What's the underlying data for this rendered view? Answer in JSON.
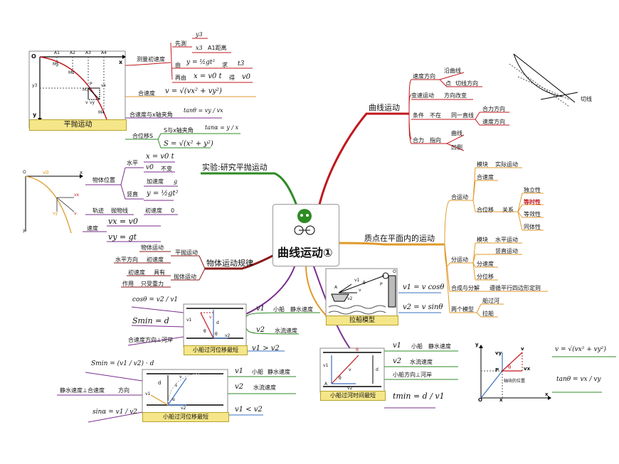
{
  "center": {
    "title": "曲线运动①",
    "logo": "mascot-cyclist"
  },
  "branches": {
    "curve": "曲线运动",
    "experiment": "实验:研究平抛运动",
    "plane": "质点在平面内的运动",
    "rules": "物体运动规律"
  },
  "curve_motion": {
    "direction": "速度方向",
    "along": "沿曲线",
    "point": "点",
    "tangent": "切线方向",
    "variable": "变速运动",
    "dir_change": "方向改变",
    "condition": "条件",
    "not_on": "不在",
    "same_line": "同一直线",
    "net_force_dir": "合力方向",
    "velocity_dir": "速度方向",
    "net_force": "合力",
    "points_to": "指向",
    "curve": "曲线",
    "concave": "凹侧",
    "tangent_line": "切线"
  },
  "projectile": {
    "caption": "平抛运动",
    "measure": "测量初速度",
    "first": "先測",
    "y3": "y3",
    "x3": "x3",
    "a1_dist": "A1距离",
    "by": "由",
    "y_eq": "y = ½gt²",
    "find": "求",
    "t3": "t3",
    "then_by": "再由",
    "x_eq": "x = v0 t",
    "get": "得",
    "v0": "v0",
    "combined_v": "合速度",
    "v_eq": "v = √(vx² + vy²)",
    "angle_label": "合速度与x轴夹角",
    "tan_v": "tanθ = vy / vx",
    "disp": "合位移S",
    "s_angle": "S与x轴夹角",
    "tan_s": "tanα = y / x",
    "s_eq": "S = √(x² + y²)",
    "labels": [
      "O",
      "A1",
      "A2",
      "A3",
      "A4",
      "x",
      "y",
      "M1",
      "M2",
      "M3",
      "M4",
      "y3",
      "P",
      "v",
      "vx",
      "vy"
    ]
  },
  "object_pos": {
    "pos": "物体位置",
    "horizontal": "水平",
    "x_eq": "x = v0 t",
    "v0": "v0",
    "constant": "不变",
    "vertical": "竖直",
    "acc": "加速度",
    "g": "g",
    "y_eq": "y = ½gt²",
    "init_v": "初速度",
    "zero": "0",
    "track": "轨迹",
    "parabola": "抛物线",
    "velocity": "速度",
    "vx_eq": "vx = v0",
    "vy_eq": "vy = gt",
    "labels": [
      "O",
      "v0",
      "x",
      "vx",
      "vy",
      "v",
      "y"
    ]
  },
  "rules": {
    "proj": "物体运动",
    "proj_motion": "平抛运动",
    "hdir": "水平方向",
    "init_v": "初速度",
    "init_v2": "初速度",
    "has": "具有",
    "throw": "抛体运动",
    "effect": "作用",
    "only_g": "只受重力"
  },
  "plane_motion": {
    "compose": "合运动",
    "watch": "模块",
    "actual": "实际运动",
    "compose_v": "合速度",
    "compose_s": "合位移",
    "relation": "关系",
    "independent": "独立性",
    "simultaneous": "等时性",
    "equivalent": "等效性",
    "same_body": "同体性",
    "decompose": "分运动",
    "watch2": "模块",
    "h_motion": "水平运动",
    "v_motion": "竖直运动",
    "sub_v": "分速度",
    "sub_s": "分位移",
    "compose_decomp": "合成与分解",
    "parallelogram": "遵循平行四边形定则",
    "two_models": "两个模型",
    "boat": "船过河",
    "pull": "拉船"
  },
  "pull_boat": {
    "caption": "拉船模型",
    "v1_eq": "v1 = v cosθ",
    "v2_eq": "v2 = v sinθ",
    "labels": [
      "A",
      "v1",
      "v2",
      "v",
      "θ",
      "P",
      "O"
    ]
  },
  "boat_min_s": {
    "caption": "小船过河位移最短",
    "cos_eq": "cosθ = v2 / v1",
    "s_eq": "Smin = d",
    "dir": "合速度方向⊥河岸",
    "v1": "v1",
    "boat": "小船",
    "still_v": "静水速度",
    "v2": "v2",
    "flow_v": "水流速度",
    "cond": "v1 > v2",
    "labels": [
      "v1",
      "θ",
      "d",
      "v",
      "v2",
      "θ"
    ]
  },
  "boat_min_t": {
    "caption": "小船过河时间最短",
    "v1": "v1",
    "boat": "小船",
    "still_v": "静水速度",
    "v2": "v2",
    "flow_v": "水流速度",
    "dir": "小船方向⊥河岸",
    "t_eq": "tmin = d / v1",
    "labels": [
      "B",
      "v1",
      "v",
      "θ",
      "A",
      "d",
      "v2"
    ]
  },
  "boat_min_s2": {
    "caption": "小船过河位移最短",
    "s_eq": "Smin = (v1 / v2) · d",
    "dir": "静水速度⊥合速度",
    "direction": "方向",
    "sin_eq": "sinα = v1 / v2",
    "v1": "v1",
    "boat": "小船",
    "still_v": "静水速度",
    "v2": "v2",
    "flow_v": "水流速度",
    "cond": "v1 < v2",
    "labels": [
      "v1",
      "d",
      "s",
      "v",
      "α",
      "v2"
    ]
  },
  "velocity_diagram": {
    "labels": [
      "y",
      "vy",
      "v",
      "P",
      "θ",
      "vx",
      "O",
      "x",
      "x"
    ],
    "note": "轴块的位置",
    "v_eq": "v = √(vx² + vy²)",
    "tan_eq": "tanθ = vx / vy"
  },
  "colors": {
    "red": "#c0171c",
    "green": "#2e8b24",
    "orange": "#e09a2a",
    "purple": "#7b2d8e",
    "darkred": "#8b1a1a",
    "blue": "#3b6fc2",
    "teal": "#2a9d8f",
    "caption": "#f5e68a"
  }
}
